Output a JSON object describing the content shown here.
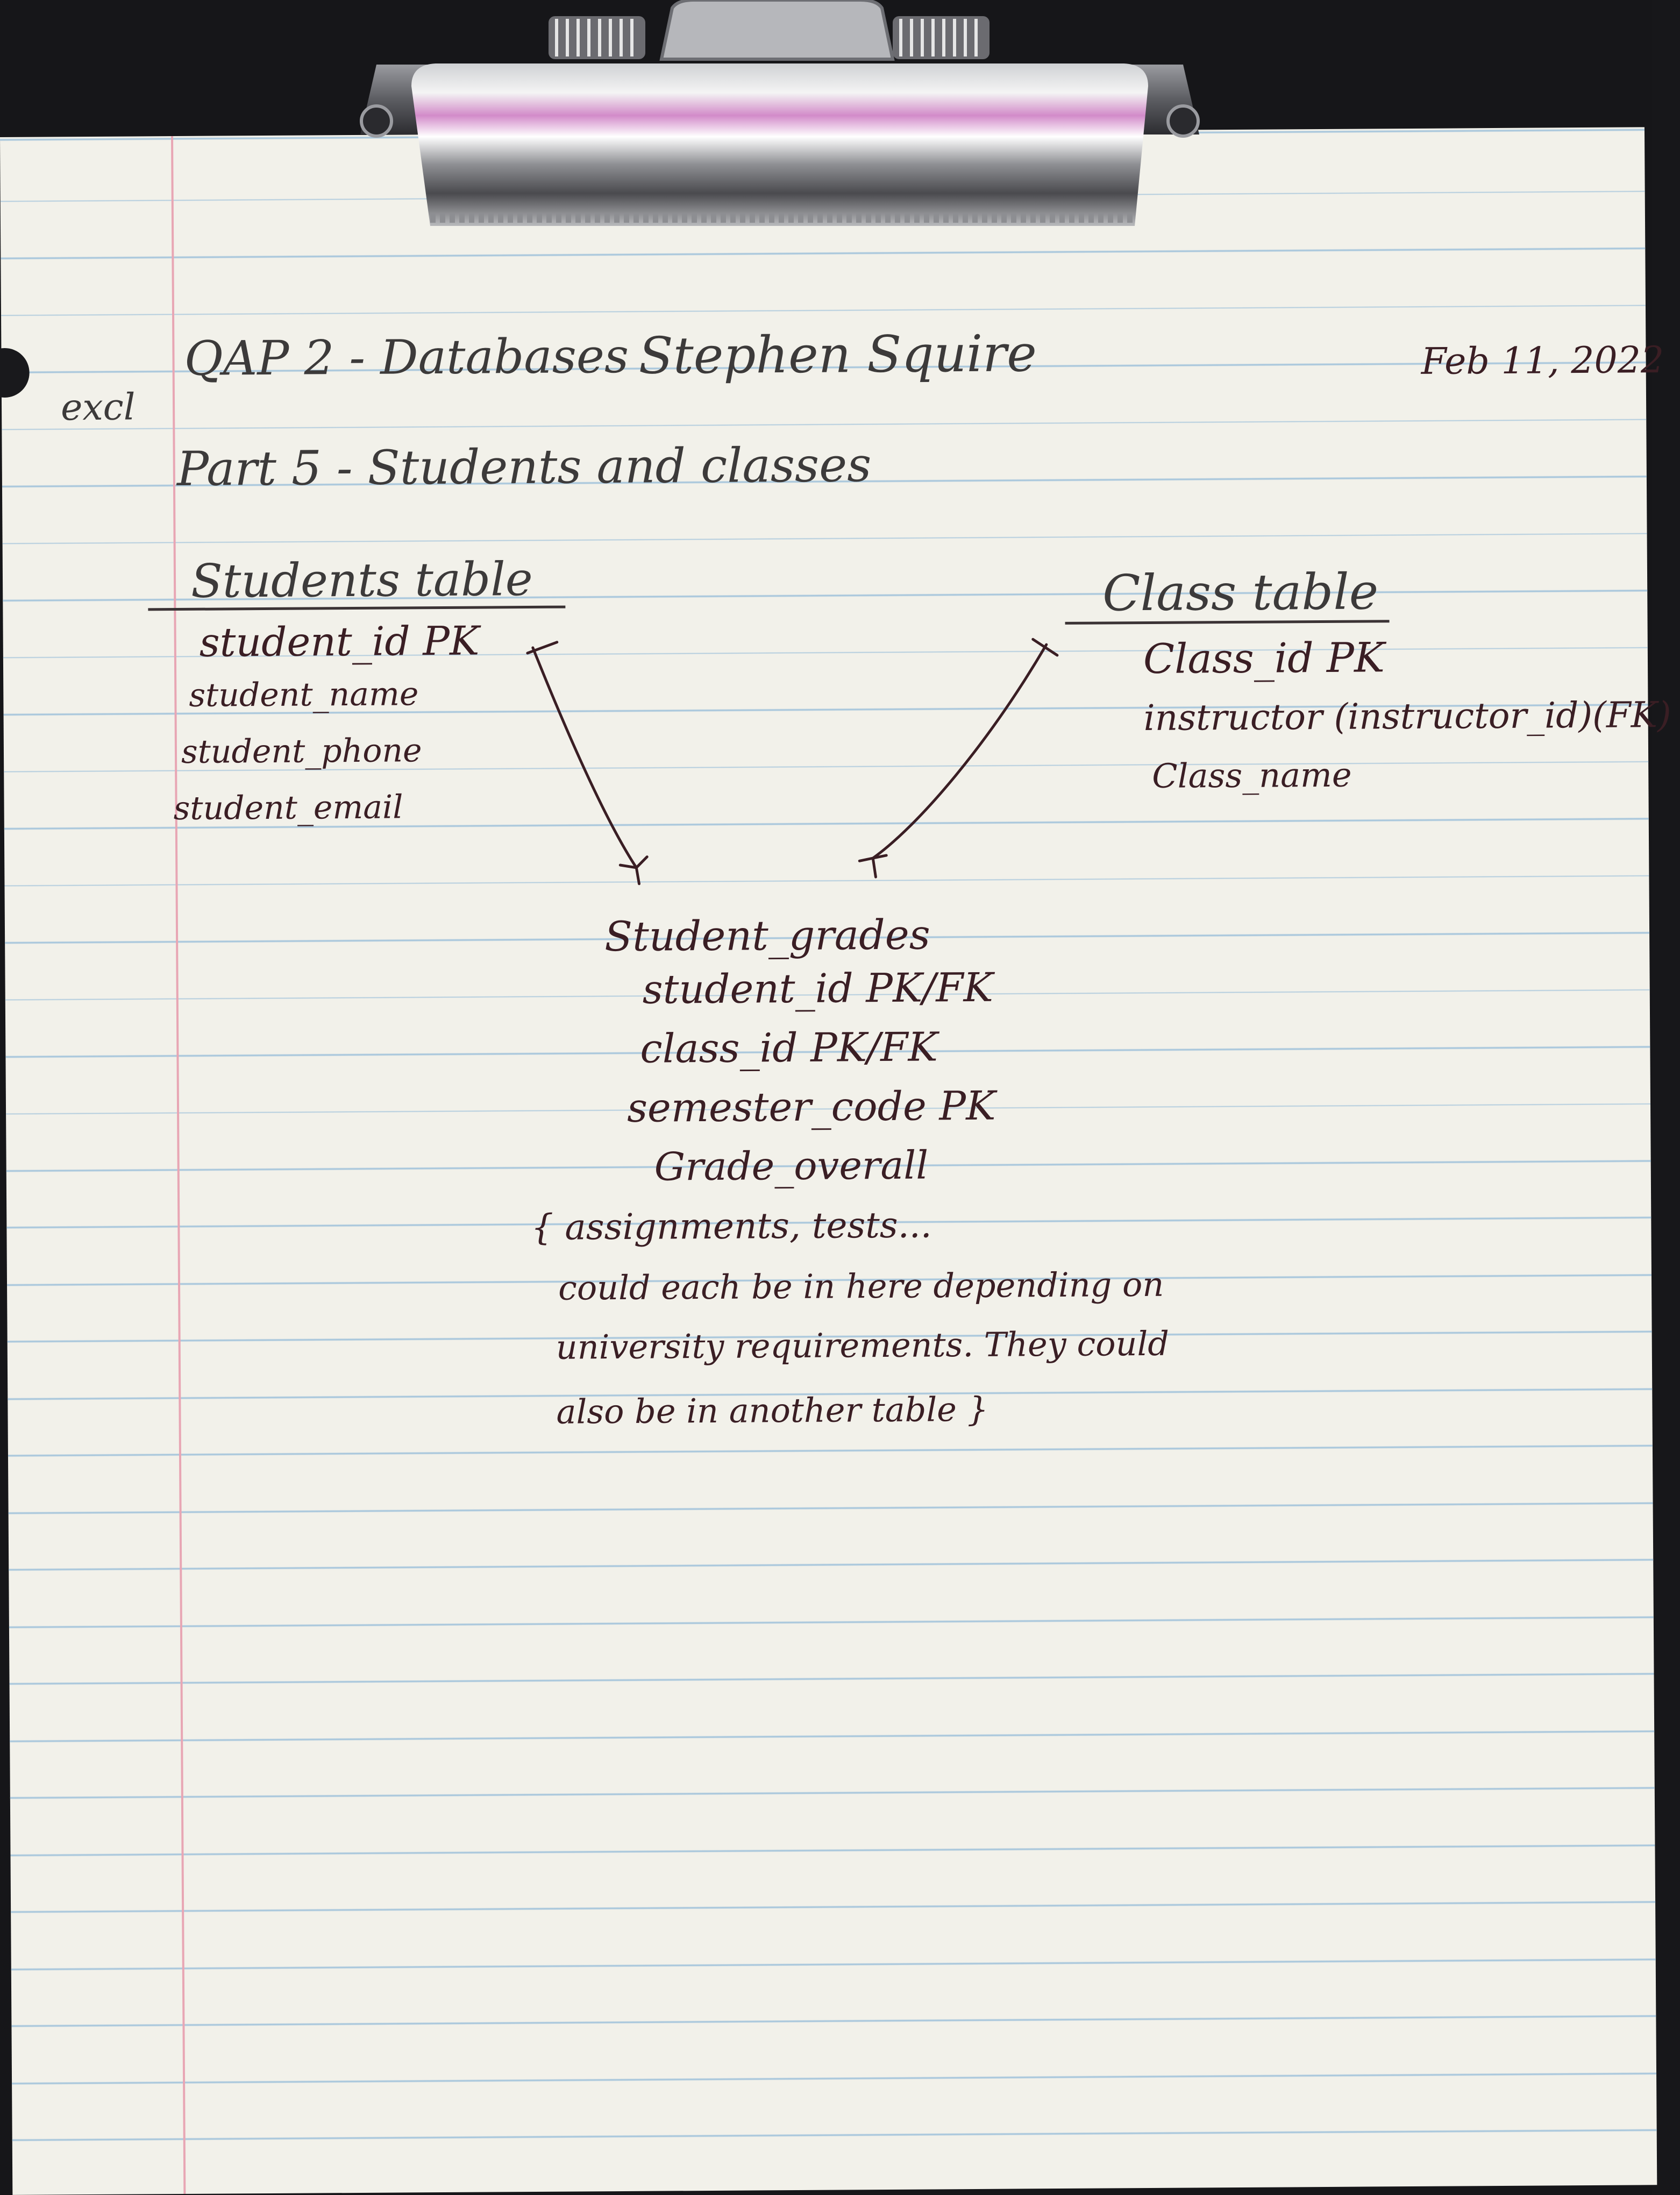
{
  "header": {
    "title": "QAP 2 - Databases",
    "author": "Stephen Squire",
    "date": "Feb 11, 2022",
    "grade_mark": "excl",
    "subtitle": "Part 5 - Students and classes"
  },
  "students_table": {
    "title": "Students table",
    "fields": [
      "student_id  PK",
      "student_name",
      "student_phone",
      "student_email"
    ]
  },
  "class_table": {
    "title": "Class table",
    "fields": [
      "Class_id  PK",
      "instructor (instructor_id)(FK)",
      "Class_name"
    ]
  },
  "student_grades": {
    "title": "Student_grades",
    "fields": [
      "student_id  PK/FK",
      "class_id  PK/FK",
      "semester_code PK",
      "Grade_overall"
    ],
    "note": [
      "{   assignments, tests...",
      "could each be in here depending on",
      "university requirements. They could",
      "also be in another table }"
    ]
  },
  "colors": {
    "ink": "#3a1e24",
    "pencil": "#3c3a3a",
    "rule": "#a9c7dc",
    "margin": "#e8a6b4",
    "paper": "#f2f1ea",
    "board": "#161619"
  }
}
